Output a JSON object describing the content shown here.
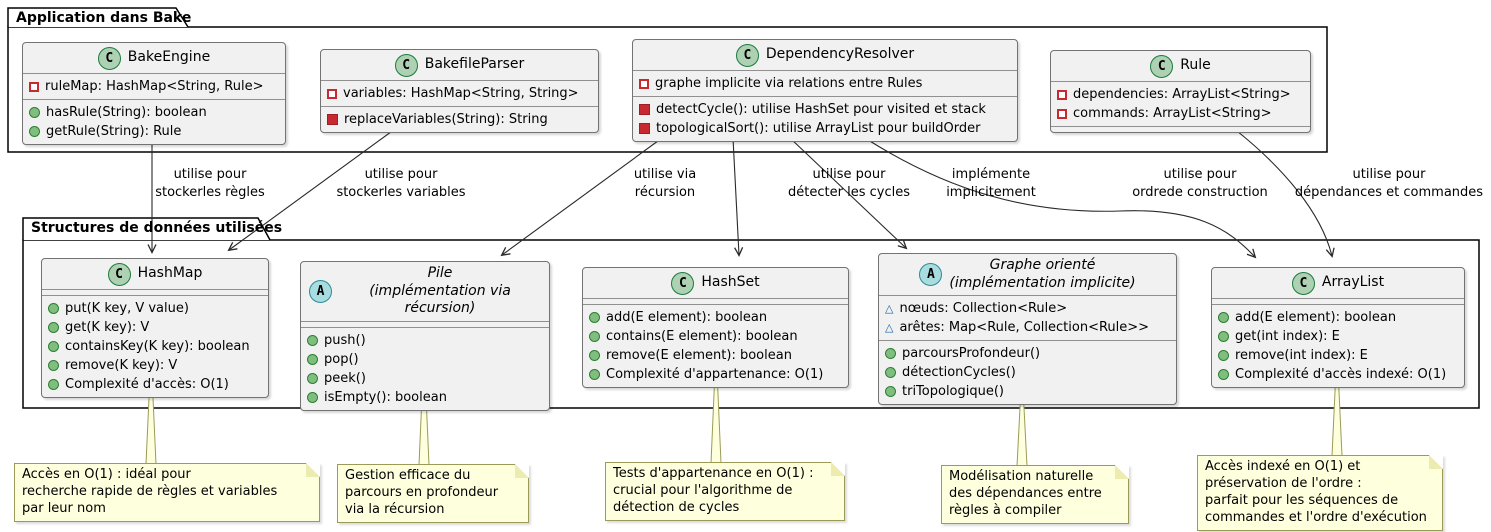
{
  "packages": {
    "app": {
      "title": "Application dans Bake"
    },
    "structures": {
      "title": "Structures de données utilisées"
    }
  },
  "classes": [
    {
      "badge": "C",
      "name": "BakeEngine",
      "fields": [
        {
          "visibility": "private-field",
          "text": "ruleMap: HashMap<String, Rule>"
        }
      ],
      "methods": [
        {
          "visibility": "public-method",
          "text": "hasRule(String): boolean"
        },
        {
          "visibility": "public-method",
          "text": "getRule(String): Rule"
        }
      ]
    },
    {
      "badge": "C",
      "name": "BakefileParser",
      "fields": [
        {
          "visibility": "private-field",
          "text": "variables: HashMap<String, String>"
        }
      ],
      "methods": [
        {
          "visibility": "private-method",
          "text": "replaceVariables(String): String"
        }
      ]
    },
    {
      "badge": "C",
      "name": "DependencyResolver",
      "fields": [
        {
          "visibility": "private-field",
          "text": "graphe implicite via relations entre Rules"
        }
      ],
      "methods": [
        {
          "visibility": "private-method",
          "text": "detectCycle(): utilise HashSet pour visited et stack"
        },
        {
          "visibility": "private-method",
          "text": "topologicalSort(): utilise ArrayList pour buildOrder"
        }
      ]
    },
    {
      "badge": "C",
      "name": "Rule",
      "fields": [
        {
          "visibility": "private-field",
          "text": "dependencies: ArrayList<String>"
        },
        {
          "visibility": "private-field",
          "text": "commands: ArrayList<String>"
        }
      ],
      "methods": []
    },
    {
      "badge": "C",
      "name": "HashMap",
      "fields": [],
      "methods": [
        {
          "visibility": "public-method",
          "text": "put(K key, V value)"
        },
        {
          "visibility": "public-method",
          "text": "get(K key): V"
        },
        {
          "visibility": "public-method",
          "text": "containsKey(K key): boolean"
        },
        {
          "visibility": "public-method",
          "text": "remove(K key): V"
        },
        {
          "visibility": "public-method",
          "text": "Complexité d'accès: O(1)"
        }
      ]
    },
    {
      "badge": "A",
      "name": "Pile",
      "subtitle": "(implémentation via récursion)",
      "fields": [],
      "methods": [
        {
          "visibility": "public-method",
          "text": "push()"
        },
        {
          "visibility": "public-method",
          "text": "pop()"
        },
        {
          "visibility": "public-method",
          "text": "peek()"
        },
        {
          "visibility": "public-method",
          "text": "isEmpty(): boolean"
        }
      ]
    },
    {
      "badge": "C",
      "name": "HashSet",
      "fields": [],
      "methods": [
        {
          "visibility": "public-method",
          "text": "add(E element): boolean"
        },
        {
          "visibility": "public-method",
          "text": "contains(E element): boolean"
        },
        {
          "visibility": "public-method",
          "text": "remove(E element): boolean"
        },
        {
          "visibility": "public-method",
          "text": "Complexité d'appartenance: O(1)"
        }
      ]
    },
    {
      "badge": "A",
      "name": "Graphe orienté",
      "subtitle": "(implémentation implicite)",
      "fields": [
        {
          "visibility": "package-private-field",
          "text": "nœuds: Collection<Rule>"
        },
        {
          "visibility": "package-private-field",
          "text": "arêtes: Map<Rule, Collection<Rule>>"
        }
      ],
      "methods": [
        {
          "visibility": "public-method",
          "text": "parcoursProfondeur()"
        },
        {
          "visibility": "public-method",
          "text": "détectionCycles()"
        },
        {
          "visibility": "public-method",
          "text": "triTopologique()"
        }
      ]
    },
    {
      "badge": "C",
      "name": "ArrayList",
      "fields": [],
      "methods": [
        {
          "visibility": "public-method",
          "text": "add(E element): boolean"
        },
        {
          "visibility": "public-method",
          "text": "get(int index): E"
        },
        {
          "visibility": "public-method",
          "text": "remove(int index): E"
        },
        {
          "visibility": "public-method",
          "text": "Complexité d'accès indexé: O(1)"
        }
      ]
    }
  ],
  "edges": [
    {
      "from": "BakeEngine",
      "to": "HashMap",
      "lines": [
        "utilise pour",
        "stockerles règles"
      ]
    },
    {
      "from": "BakefileParser",
      "to": "HashMap",
      "lines": [
        "utilise pour",
        "stockerles variables"
      ]
    },
    {
      "from": "DependencyResolver",
      "to": "Pile",
      "lines": [
        "utilise via",
        "récursion"
      ]
    },
    {
      "from": "DependencyResolver",
      "to": "HashSet",
      "lines": [
        "utilise pour",
        "détecter les cycles"
      ]
    },
    {
      "from": "DependencyResolver",
      "to": "Graphe orienté",
      "lines": [
        "implémente",
        "implicitement"
      ]
    },
    {
      "from": "DependencyResolver",
      "to": "ArrayList",
      "lines": [
        "utilise pour",
        "ordrede construction"
      ]
    },
    {
      "from": "Rule",
      "to": "ArrayList",
      "lines": [
        "utilise pour",
        "dépendances et commandes"
      ]
    }
  ],
  "notes": [
    {
      "attached_to": "HashMap",
      "lines": [
        "Accès en O(1) : idéal pour",
        "recherche rapide de règles et variables",
        "par leur nom"
      ]
    },
    {
      "attached_to": "Pile",
      "lines": [
        "Gestion efficace du",
        "parcours en profondeur",
        "via la récursion"
      ]
    },
    {
      "attached_to": "HashSet",
      "lines": [
        "Tests d'appartenance en O(1) :",
        "crucial pour l'algorithme de",
        "détection de cycles"
      ]
    },
    {
      "attached_to": "Graphe orienté",
      "lines": [
        "Modélisation naturelle",
        "des dépendances entre",
        "règles à compiler"
      ]
    },
    {
      "attached_to": "ArrayList",
      "lines": [
        "Accès indexé en O(1) et",
        "préservation de l'ordre :",
        "parfait pour les séquences de",
        "commandes et l'ordre d'exécution"
      ]
    }
  ],
  "colors": {
    "class_fill": "#F1F1F1",
    "class_border": "#737373",
    "class_badge_fill": "#ADD1B2",
    "abstract_badge_fill": "#A9DCDF",
    "note_fill": "#FEFFDD",
    "note_border": "#9b9b57",
    "private_red": "#C82930",
    "public_green": "#7FBE7F",
    "package_blue": "#1963A5"
  }
}
